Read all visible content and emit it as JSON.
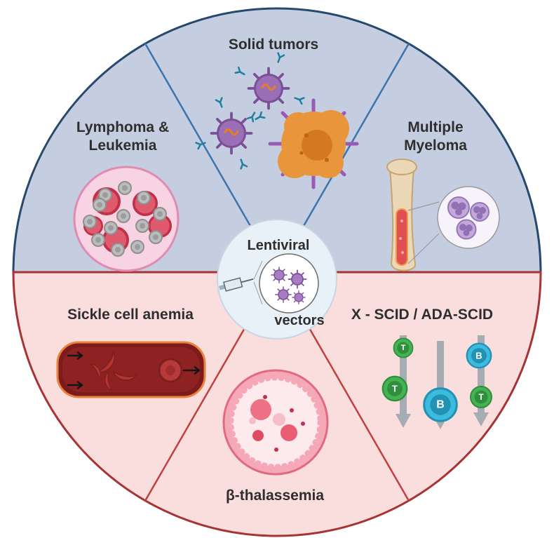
{
  "meta": {
    "alt": "Wheel diagram of clinical applications of lentiviral vectors"
  },
  "center": {
    "title_line1": "Lentiviral",
    "title_line2": "vectors"
  },
  "sectors": {
    "solid_tumors": {
      "label": "Solid tumors"
    },
    "lymphoma_leukemia": {
      "label_line1": "Lymphoma &",
      "label_line2": "Leukemia"
    },
    "multiple_myeloma": {
      "label_line1": "Multiple",
      "label_line2": "Myeloma"
    },
    "sickle_cell_anemia": {
      "label": "Sickle cell anemia"
    },
    "x_scid_ada_scid": {
      "label": "X - SCID / ADA-SCID"
    },
    "beta_thalassemia": {
      "label": "β-thalassemia"
    }
  },
  "cell_markers": {
    "t": "T",
    "b": "B"
  },
  "palette": {
    "top_half_fill": "#c5cee1",
    "bottom_half_fill": "#fadddd",
    "top_outline": "#27496d",
    "bottom_outline": "#a63434",
    "top_divider": "#3a75ad",
    "bottom_divider": "#c04040",
    "center_fill": "#e9f1f8",
    "virus_purple": "#9b6fb5",
    "tumor_orange": "#e8953c",
    "t_cell_green": "#45b253",
    "b_cell_blue": "#3cbbde",
    "vessel_red": "#7c1b1b",
    "bone_tan": "#ead8b7"
  }
}
